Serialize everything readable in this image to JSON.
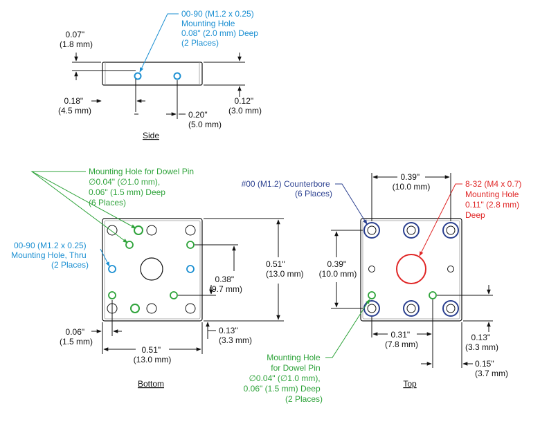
{
  "colors": {
    "dimension": "#111111",
    "mounting_hole": "#1b8fd2",
    "dowel_pin": "#2ea33a",
    "counterbore": "#2a3f8f",
    "tapped_hole": "#e02626"
  },
  "side": {
    "title": "Side",
    "hole_note": [
      "00-90 (M1.2 x 0.25)",
      "Mounting Hole",
      "0.08\" (2.0 mm) Deep",
      "(2 Places)"
    ],
    "dim_height": [
      "0.07\"",
      "(1.8 mm)"
    ],
    "dim_left": [
      "0.18\"",
      "(4.5 mm)"
    ],
    "dim_spacing": [
      "0.20\"",
      "(5.0 mm)"
    ],
    "dim_right": [
      "0.12\"",
      "(3.0 mm)"
    ]
  },
  "bottom": {
    "title": "Bottom",
    "dowel_note": [
      "Mounting Hole for Dowel Pin",
      "∅0.04\" (∅1.0 mm),",
      "0.06\" (1.5 mm) Deep",
      "(6 Places)"
    ],
    "thru_note": [
      "00-90 (M1.2 x 0.25)",
      "Mounting Hole, Thru",
      "(2 Places)"
    ],
    "dim_height": [
      "0.51\"",
      "(13.0 mm)"
    ],
    "dim_inner": [
      "0.38\"",
      "(9.7 mm)"
    ],
    "dim_offset": [
      "0.13\"",
      "(3.3 mm)"
    ],
    "dim_left": [
      "0.06\"",
      "(1.5 mm)"
    ],
    "dim_width": [
      "0.51\"",
      "(13.0 mm)"
    ]
  },
  "top": {
    "title": "Top",
    "counterbore_note": [
      "#00 (M1.2) Counterbore",
      "(6 Places)"
    ],
    "tapped_note": [
      "8-32 (M4 x 0.7)",
      "Mounting Hole",
      "0.11\" (2.8 mm)",
      "Deep"
    ],
    "dowel_note": [
      "Mounting Hole",
      "for Dowel Pin",
      "∅0.04\" (∅1.0 mm),",
      "0.06\" (1.5 mm) Deep",
      "(2 Places)"
    ],
    "dim_top": [
      "0.39\"",
      "(10.0 mm)"
    ],
    "dim_left": [
      "0.39\"",
      "(10.0 mm)"
    ],
    "dim_bottom": [
      "0.31\"",
      "(7.8 mm)"
    ],
    "dim_right_a": [
      "0.13\"",
      "(3.3 mm)"
    ],
    "dim_right_b": [
      "0.15\"",
      "(3.7 mm)"
    ]
  }
}
